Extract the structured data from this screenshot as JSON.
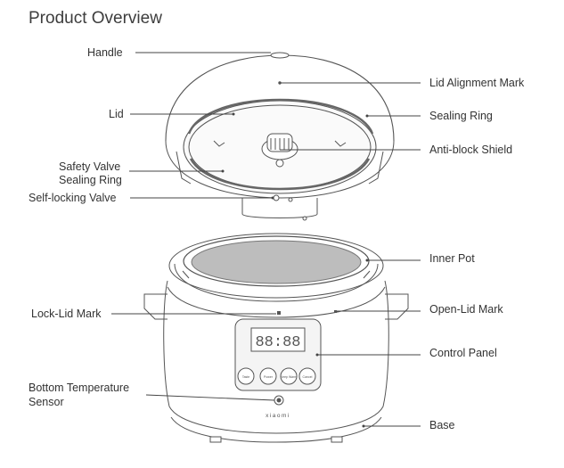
{
  "title": "Product Overview",
  "labels_left": {
    "handle": "Handle",
    "lid": "Lid",
    "safety_valve_line1": "Safety Valve",
    "safety_valve_line2": "Sealing Ring",
    "self_locking_valve": "Self-locking Valve",
    "lock_lid_mark": "Lock-Lid Mark",
    "bottom_temp_line1": "Bottom Temperature",
    "bottom_temp_line2": "Sensor"
  },
  "labels_right": {
    "lid_alignment_mark": "Lid Alignment Mark",
    "sealing_ring": "Sealing Ring",
    "anti_block_shield": "Anti-block Shield",
    "inner_pot": "Inner Pot",
    "open_lid_mark": "Open-Lid Mark",
    "control_panel": "Control Panel",
    "base": "Base"
  },
  "device": {
    "display": "88:88",
    "brand": "xiaomi",
    "buttons": [
      "Taste",
      "Power",
      "Keep Warm",
      "Cancel"
    ]
  },
  "colors": {
    "line": "#555555",
    "fill_light": "#f2f2f2",
    "pot": "#bdbdbd"
  }
}
